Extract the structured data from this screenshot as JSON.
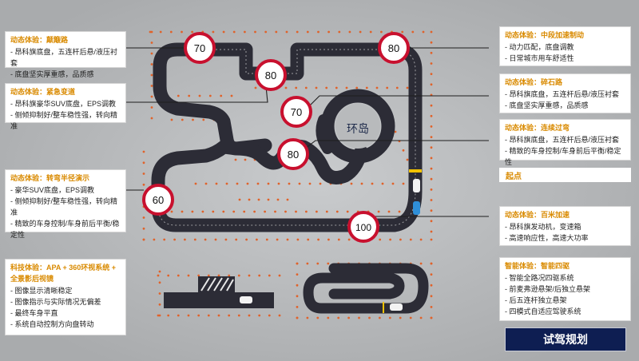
{
  "colors": {
    "background": "#a9abad",
    "track": "#2c2c36",
    "title_orange": "#d98a00",
    "sign_red": "#c8102e",
    "banner": "#0e1e52",
    "cone": "#e0622a"
  },
  "callouts": {
    "top_left": {
      "title": "动态体验：颠簸路",
      "items": [
        "- 昂科旗底盘，五连杆后悬/液压衬套",
        "- 底盘坚实厚重感，品质感"
      ]
    },
    "mid_left": {
      "title": "动态体验：紧急变道",
      "items": [
        "- 昂科旗豪华SUV底盘，EPS调教",
        "- 侧倾抑制好/整车稳性强，转向精准"
      ]
    },
    "turn_left": {
      "title": "动态体验：转弯半径演示",
      "items": [
        "- 豪华SUV底盘，EPS调教",
        "- 侧倾抑制好/整车稳性强，转向精准",
        "- 精致的车身控制/车身前后平衡/稳定性"
      ]
    },
    "parking": {
      "title": "科技体验：APA + 360环视系统 + 全景影后视镜",
      "items": [
        "- 图像显示清晰稳定",
        "- 图像指示与实际情况无偏差",
        "- 最终车身平直",
        "- 系统自动控制方向盘转动"
      ]
    },
    "top_right": {
      "title": "动态体验：中段加速制动",
      "items": [
        "- 动力匹配，底盘调教",
        "- 日常城市用车舒适性"
      ]
    },
    "gravel": {
      "title": "动态体验：碎石路",
      "items": [
        "- 昂科旗底盘，五连杆后悬/液压衬套",
        "- 底盘坚实厚重感，品质感"
      ]
    },
    "continuous": {
      "title": "动态体验：连续过弯",
      "items": [
        "- 昂科旗底盘，五连杆后悬/液压衬套",
        "- 精致的车身控制/车身前后平衡/稳定性"
      ]
    },
    "accel": {
      "title": "动态体验：百米加速",
      "items": [
        "- 昂科旗发动机，变速箱",
        "- 高速响应性，高速大功率"
      ]
    },
    "intelligent": {
      "title": "智能体验：智能四驱",
      "items": [
        "- 智能全路况四驱系统",
        "- 前麦弗逊悬架/后独立悬架",
        "- 后五连杆独立悬架",
        "- 四模式自适应驾驶系统"
      ]
    }
  },
  "start_label": "起点",
  "roundabout_label": "环岛",
  "banner_text": "试驾规划",
  "speed_signs": [
    {
      "id": "sign-70-topleft",
      "value": "70"
    },
    {
      "id": "sign-80-topright",
      "value": "80"
    },
    {
      "id": "sign-80-upper",
      "value": "80"
    },
    {
      "id": "sign-70-center",
      "value": "70"
    },
    {
      "id": "sign-80-center",
      "value": "80"
    },
    {
      "id": "sign-60-left",
      "value": "60"
    },
    {
      "id": "sign-100-bottom",
      "value": "100"
    }
  ]
}
